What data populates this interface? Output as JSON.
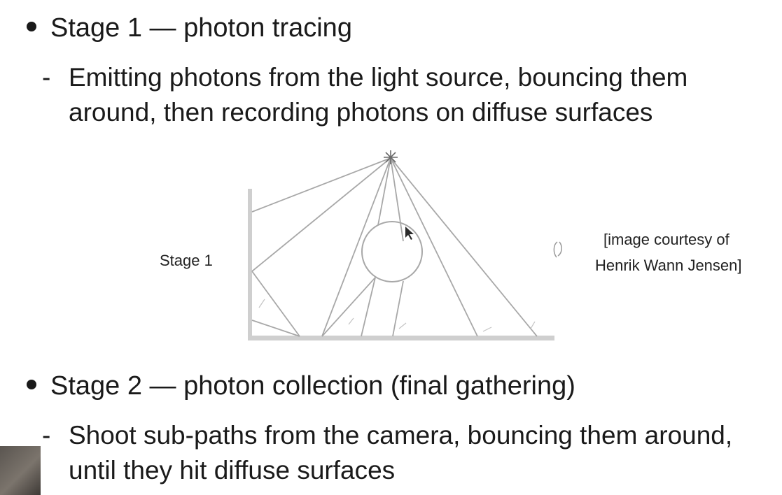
{
  "bullets": [
    {
      "title": "Stage 1 — photon tracing",
      "sub": "Emitting photons from the light source, bouncing them around, then recording photons on diffuse surfaces"
    },
    {
      "title": "Stage 2 — photon collection (final gathering)",
      "sub": "Shoot sub-paths from the camera, bouncing them around, until they hit diffuse surfaces"
    }
  ],
  "sub_dash": "-",
  "figure": {
    "stage_label": "Stage 1",
    "credit_line1": "[image courtesy of",
    "credit_line2": "Henrik Wann Jensen]"
  },
  "colors": {
    "text": "#1a1a1a",
    "diagram_line": "#a8a8a8",
    "surface": "#cfcfcf"
  }
}
